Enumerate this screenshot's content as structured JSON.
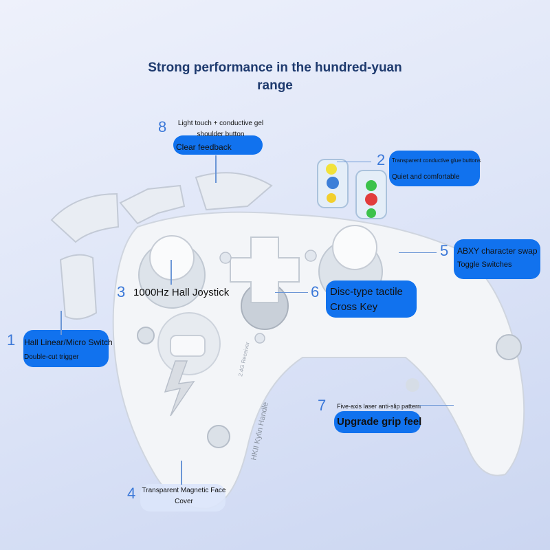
{
  "title_line1": "Strong performance in the hundred-yuan",
  "title_line2": "range",
  "callouts": {
    "c1": {
      "num": "1",
      "line1": "Hall Linear/Micro Switch",
      "line2": "Double-cut trigger"
    },
    "c2": {
      "num": "2",
      "line1": "Transparent conductive glue buttons",
      "line2": "Quiet and comfortable"
    },
    "c3": {
      "num": "3",
      "line1": "1000Hz Hall Joystick"
    },
    "c4": {
      "num": "4",
      "line1": "Transparent Magnetic Face",
      "line2": "Cover"
    },
    "c5": {
      "num": "5",
      "line1": "ABXY character swap",
      "line2": "Toggle Switches"
    },
    "c6": {
      "num": "6",
      "line1": "Disc-type tactile",
      "line2": "Cross Key"
    },
    "c7": {
      "num": "7",
      "line1": "Five-axis laser anti-slip pattern",
      "line2": "Upgrade grip feel"
    },
    "c8": {
      "num": "8",
      "line1": "Light touch + conductive gel",
      "line2": "shoulder button",
      "line3": "Clear feedback"
    }
  },
  "device_labels": {
    "model": "HKII Kylin Handle",
    "receiver": "2.4G Receiver"
  },
  "colors": {
    "accent": "#1172ee",
    "number": "#3b78d8",
    "title": "#1e3a6e"
  }
}
